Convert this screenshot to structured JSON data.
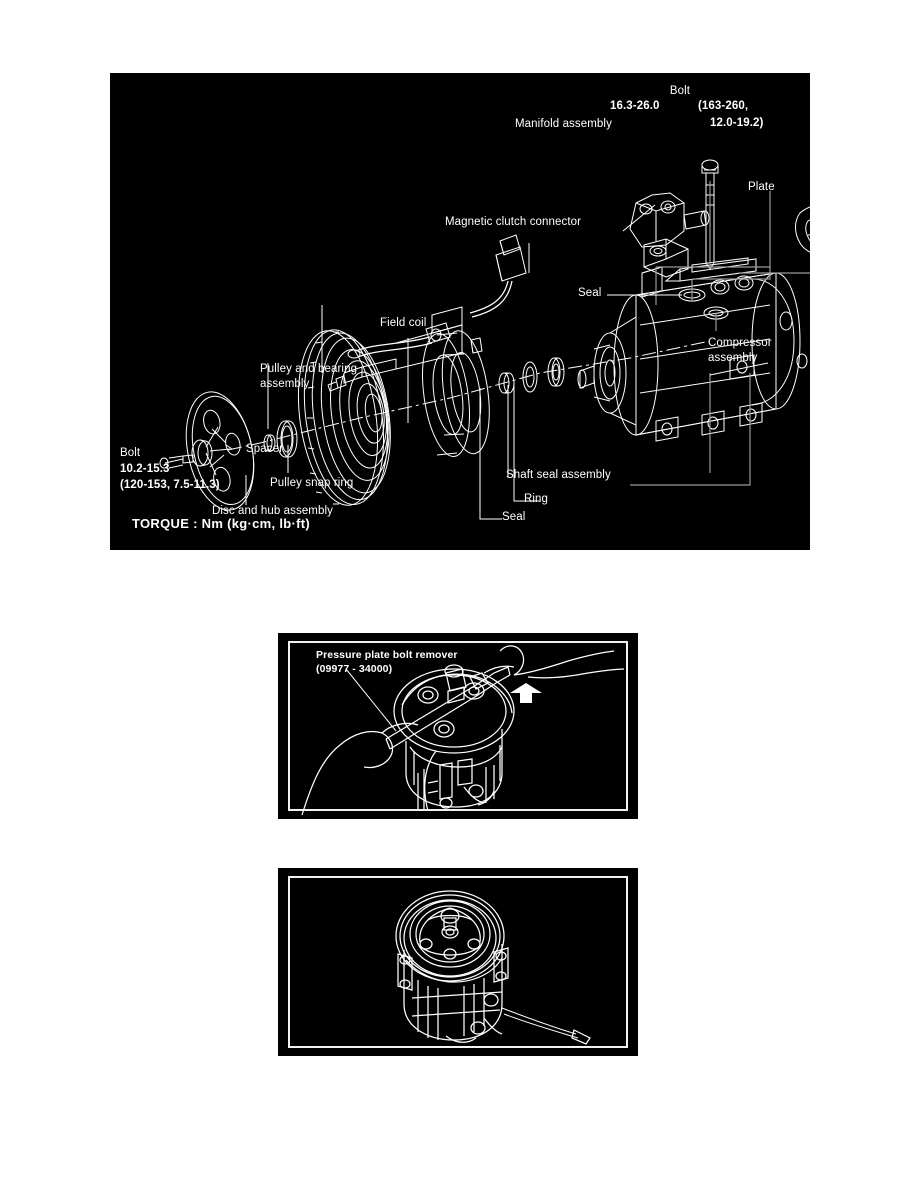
{
  "document": {
    "type": "service-manual-page",
    "background_color": "#ffffff",
    "figure_background_color": "#000000",
    "figure_line_color": "#ffffff"
  },
  "figures": [
    {
      "id": "exploded-view",
      "name": "A/C compressor exploded view",
      "torque_note": "TORQUE : Nm (kg·cm, lb·ft)",
      "labels": [
        {
          "key": "bolt_top_title",
          "text": "Bolt"
        },
        {
          "key": "bolt_top_value_1",
          "text": "16.3-26.0"
        },
        {
          "key": "bolt_top_value_2",
          "text": "(163-260,"
        },
        {
          "key": "bolt_top_value_3",
          "text": "12.0-19.2)"
        },
        {
          "key": "manifold_assembly",
          "text": "Manifold assembly"
        },
        {
          "key": "plate",
          "text": "Plate"
        },
        {
          "key": "seal_upper",
          "text": "Seal"
        },
        {
          "key": "magnetic_clutch_connector",
          "text": "Magnetic clutch connector"
        },
        {
          "key": "compressor_assembly_1",
          "text": "Compressor"
        },
        {
          "key": "compressor_assembly_2",
          "text": "assembly"
        },
        {
          "key": "field_coil",
          "text": "Field coil"
        },
        {
          "key": "pulley_bearing_1",
          "text": "Pulley and bearing"
        },
        {
          "key": "pulley_bearing_2",
          "text": "assembly"
        },
        {
          "key": "spacer",
          "text": "Spacer"
        },
        {
          "key": "shaft_seal_assembly",
          "text": "Shaft seal assembly"
        },
        {
          "key": "ring",
          "text": "Ring"
        },
        {
          "key": "seal_lower",
          "text": "Seal"
        },
        {
          "key": "pulley_snap_ring",
          "text": "Pulley snap ring"
        },
        {
          "key": "disc_hub_assembly",
          "text": "Disc and hub assembly"
        },
        {
          "key": "bolt_bottom_title",
          "text": "Bolt"
        },
        {
          "key": "bolt_bottom_value_1",
          "text": "10.2-15.3"
        },
        {
          "key": "bolt_bottom_value_2",
          "text": "(120-153, 7.5-11.3)"
        }
      ]
    },
    {
      "id": "tool-in-use",
      "name": "Pressure plate bolt remover in use",
      "labels": [
        {
          "key": "tool_name",
          "text": "Pressure plate bolt remover"
        },
        {
          "key": "tool_number",
          "text": "(09977 - 34000)"
        }
      ]
    },
    {
      "id": "compressor-photo",
      "name": "Compressor with clutch assembly",
      "labels": []
    }
  ]
}
